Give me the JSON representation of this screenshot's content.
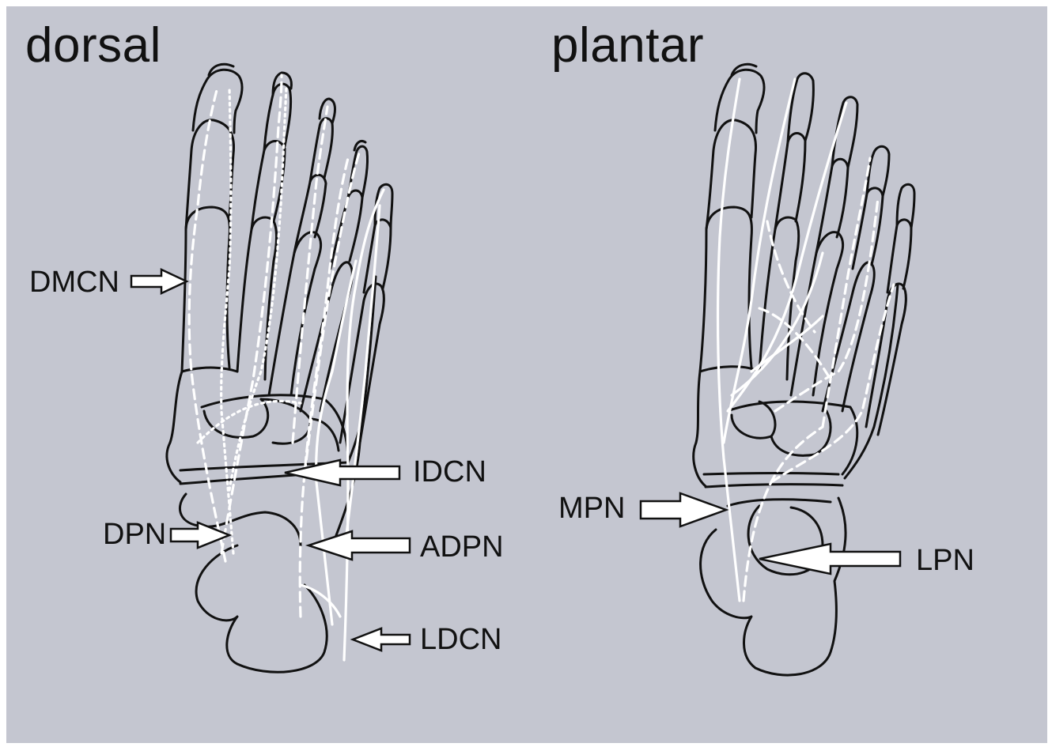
{
  "titles": {
    "dorsal": "dorsal",
    "plantar": "plantar"
  },
  "labels": {
    "dmcn": "DMCN",
    "dpn": "DPN",
    "idcn": "IDCN",
    "adpn": "ADPN",
    "ldcn": "LDCN",
    "mpn": "MPN",
    "lpn": "LPN"
  },
  "colors": {
    "background": "#c4c6d0",
    "bone_outline": "#111111",
    "nerve": "#ffffff"
  }
}
